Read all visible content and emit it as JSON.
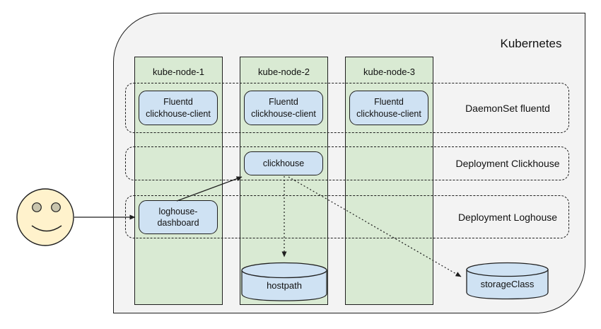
{
  "title": "Kubernetes",
  "colors": {
    "container_bg": "#f3f3f3",
    "node_bg": "#d9ead3",
    "pod_bg": "#cfe2f3",
    "storage_bg": "#cfe2f3",
    "smiley_bg": "#fff2cc",
    "smiley_eye": "#c9c5ad",
    "line": "#1f1f1f"
  },
  "nodes": [
    {
      "label": "kube-node-1"
    },
    {
      "label": "kube-node-2"
    },
    {
      "label": "kube-node-3"
    }
  ],
  "groups": [
    {
      "label": "DaemonSet fluentd"
    },
    {
      "label": "Deployment Clickhouse"
    },
    {
      "label": "Deployment Loghouse"
    }
  ],
  "fluentd_pods": [
    {
      "line1": "Fluentd",
      "line2": "clickhouse-client"
    },
    {
      "line1": "Fluentd",
      "line2": "clickhouse-client"
    },
    {
      "line1": "Fluentd",
      "line2": "clickhouse-client"
    }
  ],
  "clickhouse_pod": {
    "label": "clickhouse"
  },
  "loghouse_pod": {
    "line1": "loghouse-",
    "line2": "dashboard"
  },
  "storages": [
    {
      "label": "hostpath"
    },
    {
      "label": "storageClass"
    }
  ],
  "edges": [
    {
      "from": "user",
      "to": "loghouse-dashboard",
      "style": "solid"
    },
    {
      "from": "loghouse-dashboard",
      "to": "clickhouse",
      "style": "solid"
    },
    {
      "from": "clickhouse",
      "to": "hostpath",
      "style": "dotted"
    },
    {
      "from": "clickhouse",
      "to": "storageClass",
      "style": "dotted"
    }
  ]
}
